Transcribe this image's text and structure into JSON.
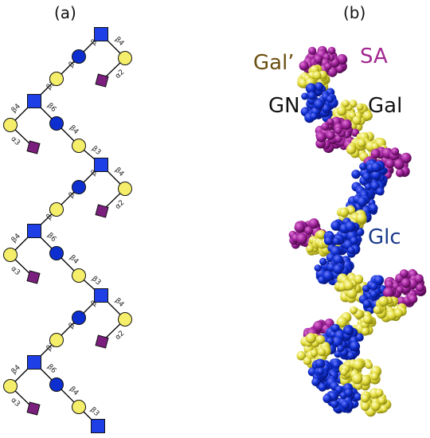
{
  "panels": {
    "a_label": "(a)",
    "b_label": "(b)"
  },
  "colors": {
    "gn": "#1f3fe6",
    "gal": "#f5ee6a",
    "sa": "#7a1f7d",
    "glc": "#0e2fd0",
    "label_galprime": "#6b4f10",
    "label_sa": "#a2278f",
    "label_glc": "#1b3a8c",
    "label_dark": "#111111"
  },
  "schematic": {
    "linkages": {
      "b6": "β6",
      "b3": "β3",
      "b4": "β4",
      "a3": "α3",
      "a2": "α2"
    }
  },
  "model": {
    "labels": {
      "gal_prime": "Gal’",
      "sa": "SA",
      "gn": "GN",
      "gal": "Gal",
      "glc": "Glc"
    }
  }
}
